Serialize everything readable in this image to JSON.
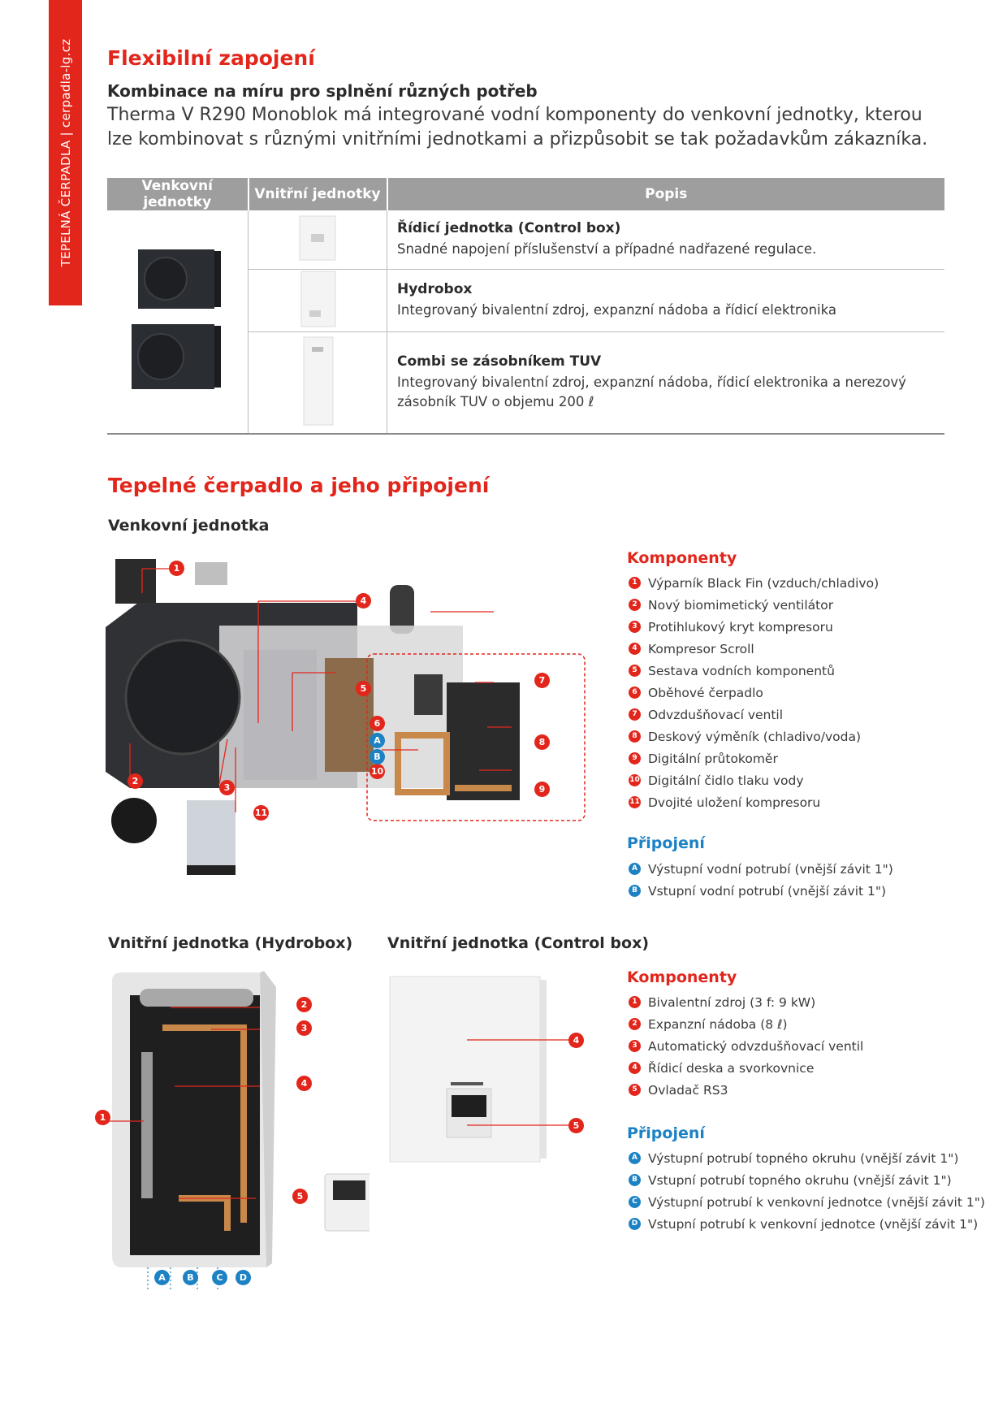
{
  "side_tab": "TEPELNÁ ČERPADLA | cerpadla-lg.cz",
  "section1": {
    "title": "Flexibilní zapojení",
    "subtitle": "Kombinace na míru pro splnění různých potřeb",
    "intro": "Therma V R290 Monoblok má integrované vodní komponenty do venkovní jednotky, kterou lze kombinovat s různými vnitřními jednotkami a přizpůsobit se tak požadavkům zákazníka."
  },
  "table": {
    "headers": [
      "Venkovní jednotky",
      "Vnitřní jednotky",
      "Popis"
    ],
    "rows": [
      {
        "title": "Řídicí jednotka (Control box)",
        "desc": "Snadné napojení příslušenství a případné nadřazené regulace."
      },
      {
        "title": "Hydrobox",
        "desc": "Integrovaný bivalentní zdroj, expanzní nádoba a řídicí elektronika"
      },
      {
        "title": "Combi se zásobníkem TUV",
        "desc": "Integrovaný bivalentní zdroj, expanzní nádoba, řídicí elektronika a nerezový zásobník TUV o objemu 200 ℓ"
      }
    ]
  },
  "section2": {
    "title": "Tepelné čerpadlo a jeho připojení",
    "outdoor_heading": "Venkovní jednotka",
    "components_title": "Komponenty",
    "components": [
      "Výparník Black Fin (vzduch/chladivo)",
      "Nový biomimetický ventilátor",
      "Protihlukový kryt kompresoru",
      "Kompresor Scroll",
      "Sestava vodních komponentů",
      "Oběhové čerpadlo",
      "Odvzdušňovací ventil",
      "Deskový výměník (chladivo/voda)",
      "Digitální průtokoměr",
      "Digitální čidlo tlaku vody",
      "Dvojité uložení kompresoru"
    ],
    "connections_title": "Připojení",
    "connections": [
      "Výstupní vodní potrubí (vnější závit 1\")",
      "Vstupní vodní potrubí (vnější závit 1\")"
    ]
  },
  "section3": {
    "hydrobox_heading": "Vnitřní jednotka (Hydrobox)",
    "controlbox_heading": "Vnitřní jednotka (Control box)",
    "components_title": "Komponenty",
    "components": [
      "Bivalentní zdroj (3 f: 9 kW)",
      "Expanzní nádoba (8 ℓ)",
      "Automatický odvzdušňovací ventil",
      "Řídicí deska a svorkovnice",
      "Ovladač RS3"
    ],
    "connections_title": "Připojení",
    "connections": [
      "Výstupní potrubí topného okruhu (vnější závit 1\")",
      "Vstupní potrubí topného okruhu (vnější závit 1\")",
      "Výstupní potrubí k venkovní jednotce (vnější závit 1\")",
      "Vstupní potrubí k venkovní jednotce (vnější závit 1\")"
    ]
  },
  "markers": {
    "numbers": [
      "1",
      "2",
      "3",
      "4",
      "5",
      "6",
      "7",
      "8",
      "9",
      "10",
      "11"
    ],
    "letters": [
      "A",
      "B",
      "C",
      "D"
    ]
  }
}
